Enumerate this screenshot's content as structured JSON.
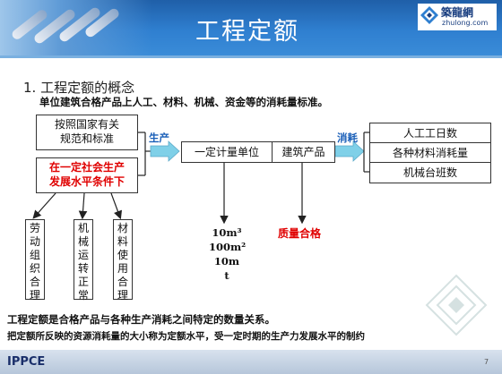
{
  "header": {
    "title": "工程定额",
    "logo_cn": "築龍網",
    "logo_url": "zhulong.com"
  },
  "heading": "1. 工程定额的概念",
  "subheading": "单位建筑合格产品上人工、材料、机械、资金等的消耗量标准。",
  "left_boxes": {
    "a_line1": "按照国家有关",
    "a_line2": "规范和标准",
    "b_line1": "在一定社会生产",
    "b_line2": "发展水平条件下"
  },
  "labels": {
    "produce": "生产",
    "consume": "消耗"
  },
  "middle": {
    "unit": "一定计量单位",
    "product": "建筑产品"
  },
  "right_boxes": [
    "人工工日数",
    "各种材料消耗量",
    "机械台班数"
  ],
  "vertical_boxes": [
    "劳动组织合理",
    "机械运转正常",
    "材料使用合理"
  ],
  "units": [
    "10m³",
    "100m²",
    "10m",
    "t"
  ],
  "quality": "质量合格",
  "footer_text": {
    "line1": "工程定额是合格产品与各种生产消耗之间特定的数量关系。",
    "line2": "把定额所反映的资源消耗量的大小称为定额水平，受一定时期的生产力发展水平的制约"
  },
  "footer": {
    "brand": "IPPCE",
    "page": "7"
  },
  "colors": {
    "header_blue": "#2f7fd0",
    "accent_red": "#e00000",
    "label_blue": "#1a5fb8",
    "arrow_cyan": "#7fd0e8"
  }
}
